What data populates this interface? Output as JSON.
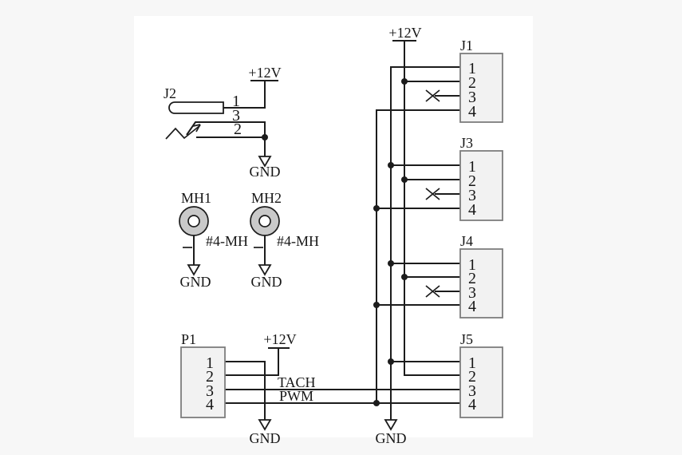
{
  "labels": {
    "power_rail": "+12V",
    "ground": "GND",
    "tach_net": "TACH",
    "pwm_net": "PWM"
  },
  "connectors": {
    "j1": {
      "ref": "J1",
      "pins": [
        "1",
        "2",
        "3",
        "4"
      ]
    },
    "j3": {
      "ref": "J3",
      "pins": [
        "1",
        "2",
        "3",
        "4"
      ]
    },
    "j4": {
      "ref": "J4",
      "pins": [
        "1",
        "2",
        "3",
        "4"
      ]
    },
    "j5": {
      "ref": "J5",
      "pins": [
        "1",
        "2",
        "3",
        "4"
      ]
    },
    "p1": {
      "ref": "P1",
      "pins": [
        "1",
        "2",
        "3",
        "4"
      ]
    },
    "j2": {
      "ref": "J2",
      "pins": [
        "1",
        "3",
        "2"
      ]
    }
  },
  "mounting_holes": {
    "mh1": {
      "ref": "MH1",
      "size": "#4-MH"
    },
    "mh2": {
      "ref": "MH2",
      "size": "#4-MH"
    }
  },
  "colors": {
    "wire": "#1c1c1c",
    "box_fill": "#f2f2f2",
    "box_stroke": "#7d7d7d",
    "hole_fill": "#c9c9c9",
    "bg": "#f7f7f7",
    "paper": "#ffffff",
    "text": "#161616"
  }
}
